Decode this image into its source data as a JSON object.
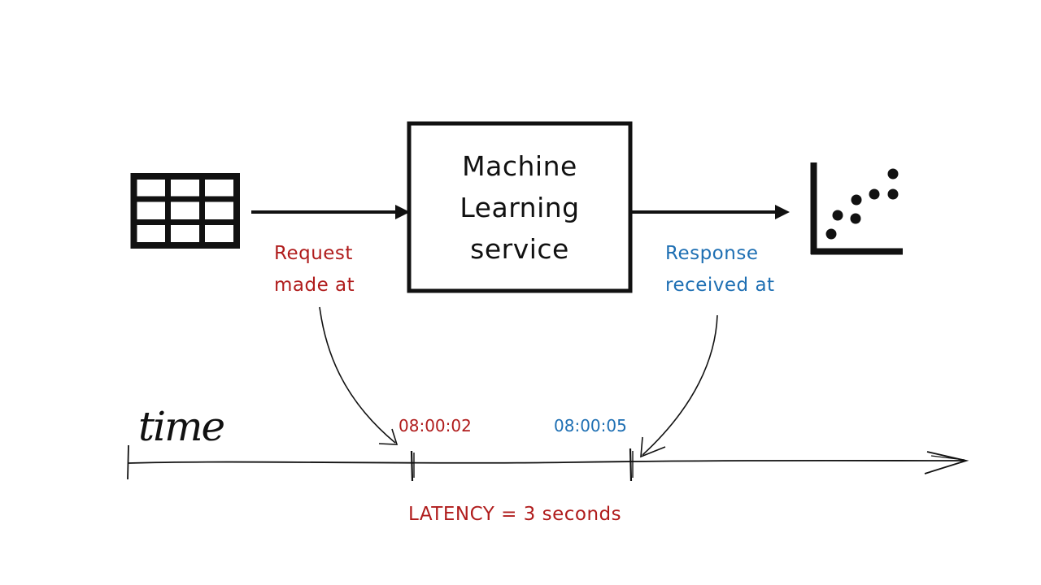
{
  "service": {
    "lines": [
      "Machine",
      "Learning",
      "service"
    ]
  },
  "request_label": {
    "lines": [
      "Request",
      "made at"
    ]
  },
  "response_label": {
    "lines": [
      "Response",
      "received at"
    ]
  },
  "timeline": {
    "axis_label": "time",
    "request_time": "08:00:02",
    "response_time": "08:00:05"
  },
  "latency": "LATENCY = 3 seconds",
  "colors": {
    "request": "#b01c1c",
    "response": "#1e6fb3",
    "ink": "#111111"
  },
  "icons": {
    "input": "table-grid-icon",
    "output": "scatter-plot-icon"
  }
}
